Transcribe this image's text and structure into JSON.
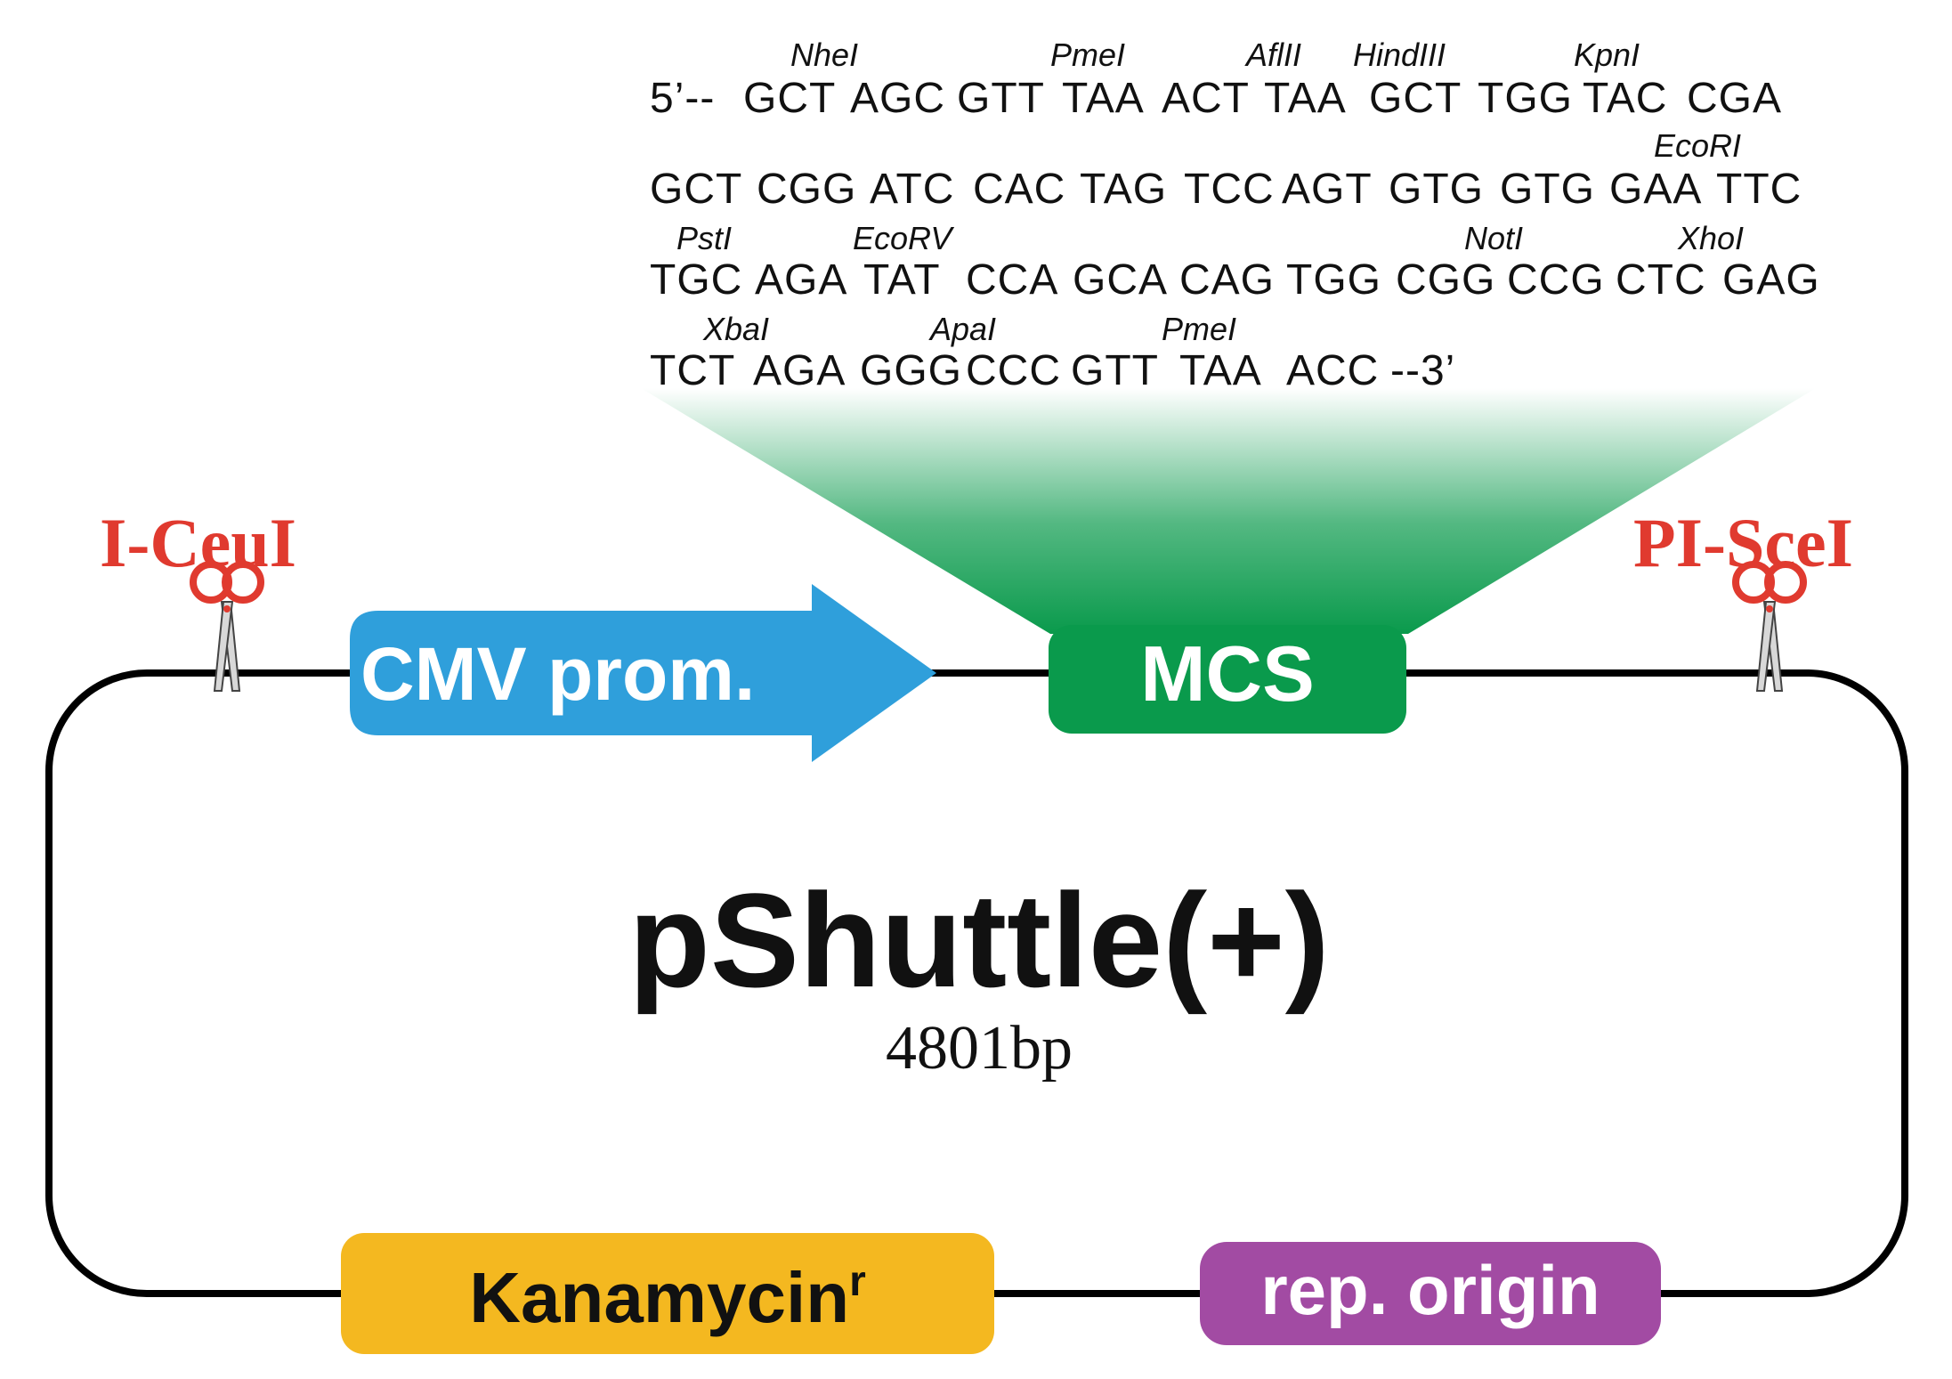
{
  "plasmid": {
    "name": "pShuttle(+)",
    "size": "4801bp"
  },
  "colors": {
    "enzyme": "#e03a2f",
    "cmv": "#2f9fdb",
    "mcs": "#0a9a4c",
    "kanamycin": "#f4b820",
    "rep_origin": "#a24ba3",
    "backbone": "#000000"
  },
  "sites": {
    "left": {
      "label": "I-CeuI",
      "icon": "scissors-icon"
    },
    "right": {
      "label": "PI-SceI",
      "icon": "scissors-icon"
    }
  },
  "features": {
    "cmv": "CMV prom.",
    "mcs": "MCS",
    "kanamycin": "Kanamycin",
    "kanamycin_sup": "r",
    "rep_origin": "rep. origin"
  },
  "mcs_sequence": {
    "lines": [
      {
        "prefix": "5’--",
        "codons": [
          "GCT",
          "AGC",
          "GTT",
          "TAA",
          "ACT",
          "TAA",
          "GCT",
          "TGG",
          "TAC",
          "CGA"
        ],
        "suffix": "",
        "sites": [
          "NheI",
          "PmeI",
          "AflII",
          "HindIII",
          "KpnI"
        ]
      },
      {
        "prefix": "",
        "codons": [
          "GCT",
          "CGG",
          "ATC",
          "CAC",
          "TAG",
          "TCC",
          "AGT",
          "GTG",
          "GTG",
          "GAA",
          "TTC"
        ],
        "suffix": "",
        "sites": [
          "EcoRI"
        ]
      },
      {
        "prefix": "",
        "codons": [
          "TGC",
          "AGA",
          "TAT",
          "CCA",
          "GCA",
          "CAG",
          "TGG",
          "CGG",
          "CCG",
          "CTC",
          "GAG"
        ],
        "suffix": "",
        "sites": [
          "PstI",
          "EcoRV",
          "NotI",
          "XhoI"
        ]
      },
      {
        "prefix": "",
        "codons": [
          "TCT",
          "AGA",
          "GGG",
          "CCC",
          "GTT",
          "TAA",
          "ACC"
        ],
        "suffix": "--3’",
        "sites": [
          "XbaI",
          "ApaI",
          "PmeI"
        ]
      }
    ]
  }
}
